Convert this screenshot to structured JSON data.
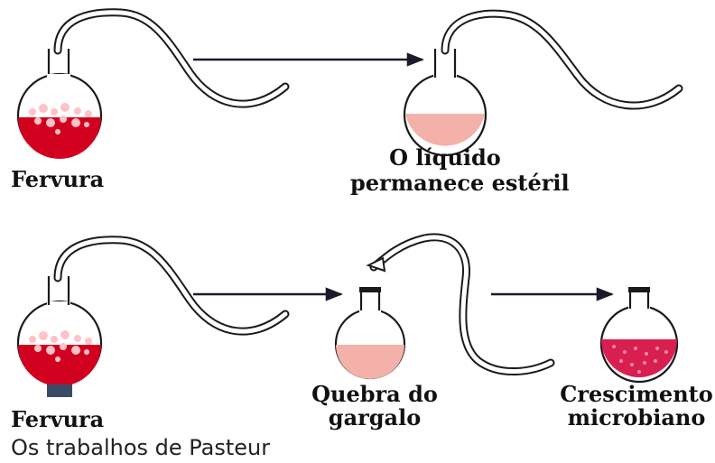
{
  "diagram": {
    "labels": {
      "boiling_top": "Fervura",
      "sterile_line1": "O líquido",
      "sterile_line2": "permanece estéril",
      "boiling_bottom": "Fervura",
      "neck_break_line1": "Quebra do",
      "neck_break_line2": "gargalo",
      "growth_line1": "Crescimento",
      "growth_line2": "microbiano"
    },
    "caption": "Os trabalhos de Pasteur",
    "colors": {
      "boiling_liquid": "#d2001f",
      "bubbles": "#ffc2c8",
      "sterile_liquid": "#f4b1aa",
      "microbial_liquid": "#d81f4f",
      "glass_outline": "#1a1a1a",
      "arrow": "#1a1a2a"
    }
  }
}
